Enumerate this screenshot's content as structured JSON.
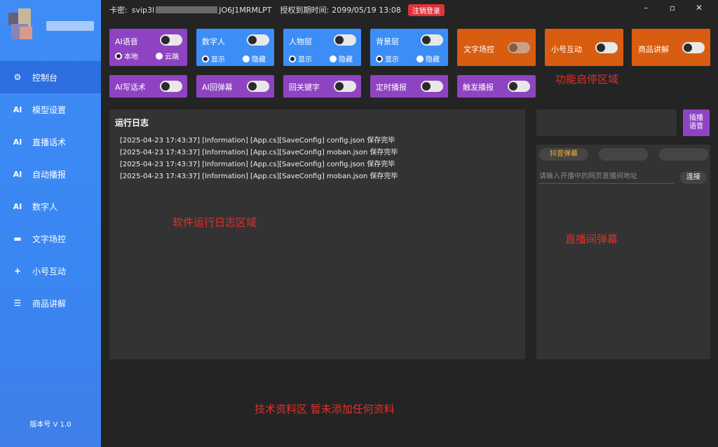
{
  "header": {
    "card_label": "卡密:",
    "card_prefix": "svip3I",
    "card_suffix": "JO6J1MRMLPT",
    "expire_label": "授权到期时间:",
    "expire_value": "2099/05/19 13:08",
    "logout_label": "注销登录"
  },
  "window_controls": {
    "minimize": "–",
    "maximize": "▫",
    "close": "✕"
  },
  "sidebar": {
    "items": [
      {
        "icon": "gear-icon",
        "glyph": "⚙",
        "label": "控制台"
      },
      {
        "icon": "ai-icon",
        "glyph": "AI",
        "label": "模型设置"
      },
      {
        "icon": "ai-icon",
        "glyph": "AI",
        "label": "直播话术"
      },
      {
        "icon": "ai-icon",
        "glyph": "AI",
        "label": "自动播报"
      },
      {
        "icon": "ai-icon",
        "glyph": "AI",
        "label": "数字人"
      },
      {
        "icon": "chat-icon",
        "glyph": "▬",
        "label": "文字场控"
      },
      {
        "icon": "add-user-icon",
        "glyph": "+",
        "label": "小号互动"
      },
      {
        "icon": "list-icon",
        "glyph": "☰",
        "label": "商品讲解"
      }
    ],
    "version": "版本号 V 1.0"
  },
  "controls": {
    "ai_voice": {
      "label": "AI语音",
      "opt1": "本地",
      "opt2": "云端"
    },
    "digital_human": {
      "label": "数字人",
      "opt1": "显示",
      "opt2": "隐藏"
    },
    "person_layer": {
      "label": "人物层",
      "opt1": "显示",
      "opt2": "隐藏"
    },
    "bg_layer": {
      "label": "背景层",
      "opt1": "显示",
      "opt2": "隐藏"
    },
    "text_control": {
      "label": "文字场控"
    },
    "alt_interact": {
      "label": "小号互动"
    },
    "product_explain": {
      "label": "商品讲解"
    },
    "ai_script": {
      "label": "AI写话术"
    },
    "ai_reply": {
      "label": "AI回弹幕"
    },
    "reply_keyword": {
      "label": "回关键字"
    },
    "timed_broadcast": {
      "label": "定时播报"
    },
    "trigger_broadcast": {
      "label": "触发播报"
    }
  },
  "notes": {
    "func_area": "功能启停区域",
    "log_area": "软件运行日志区域",
    "danmu_area": "直播间弹幕",
    "tech_area": "技术资料区 暂未添加任何资料"
  },
  "log": {
    "title": "运行日志",
    "lines": [
      "[2025-04-23 17:43:37] [Information] [App.cs][SaveConfig] config.json 保存完毕",
      "[2025-04-23 17:43:37] [Information] [App.cs][SaveConfig] moban.json 保存完毕",
      "[2025-04-23 17:43:37] [Information] [App.cs][SaveConfig] config.json 保存完毕",
      "[2025-04-23 17:43:37] [Information] [App.cs][SaveConfig] moban.json 保存完毕"
    ]
  },
  "right": {
    "insert_btn_line1": "插播",
    "insert_btn_line2": "语音",
    "tab_douyin": "抖音弹幕",
    "url_placeholder": "请输入开播中的网页直播间地址",
    "connect": "连接"
  },
  "colors": {
    "sidebar": "#3f8cf6",
    "purple": "#8e44c2",
    "blue": "#3c8ef6",
    "orange": "#d85d10",
    "note_red": "#e0302a"
  }
}
